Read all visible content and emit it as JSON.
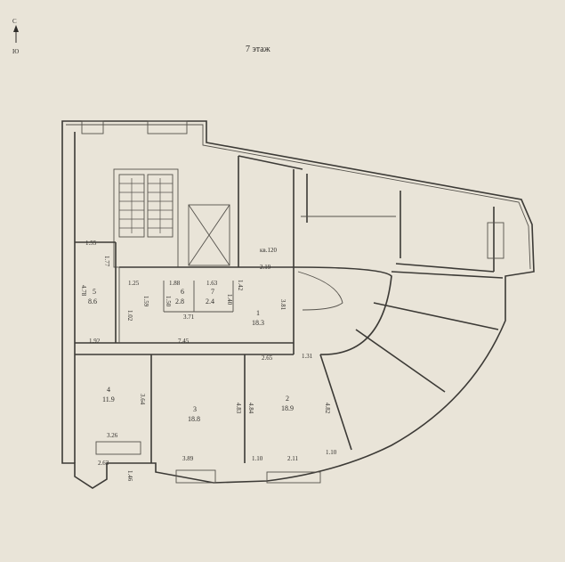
{
  "compass": {
    "north": "С",
    "south": "Ю"
  },
  "floor_title": "7 этаж",
  "apartment_label": "кв.120",
  "rooms": [
    {
      "num": "1",
      "area": "18.3"
    },
    {
      "num": "2",
      "area": "18.9"
    },
    {
      "num": "3",
      "area": "18.8"
    },
    {
      "num": "4",
      "area": "11.9"
    },
    {
      "num": "5",
      "area": "8.6"
    },
    {
      "num": "6",
      "area": "2.8"
    },
    {
      "num": "7",
      "area": "2.4"
    }
  ],
  "dimensions": [
    "1.55",
    "1.77",
    "4.78",
    "1.25",
    "1.88",
    "1.63",
    "1.59",
    "1.50",
    "1.40",
    "1.02",
    "3.71",
    "1.92",
    "7.45",
    "1.42",
    "2.19",
    "3.81",
    "2.65",
    "1.31",
    "3.64",
    "4.83",
    "4.84",
    "4.82",
    "3.26",
    "2.63",
    "1.46",
    "3.89",
    "1.10",
    "2.11",
    "1.10"
  ]
}
